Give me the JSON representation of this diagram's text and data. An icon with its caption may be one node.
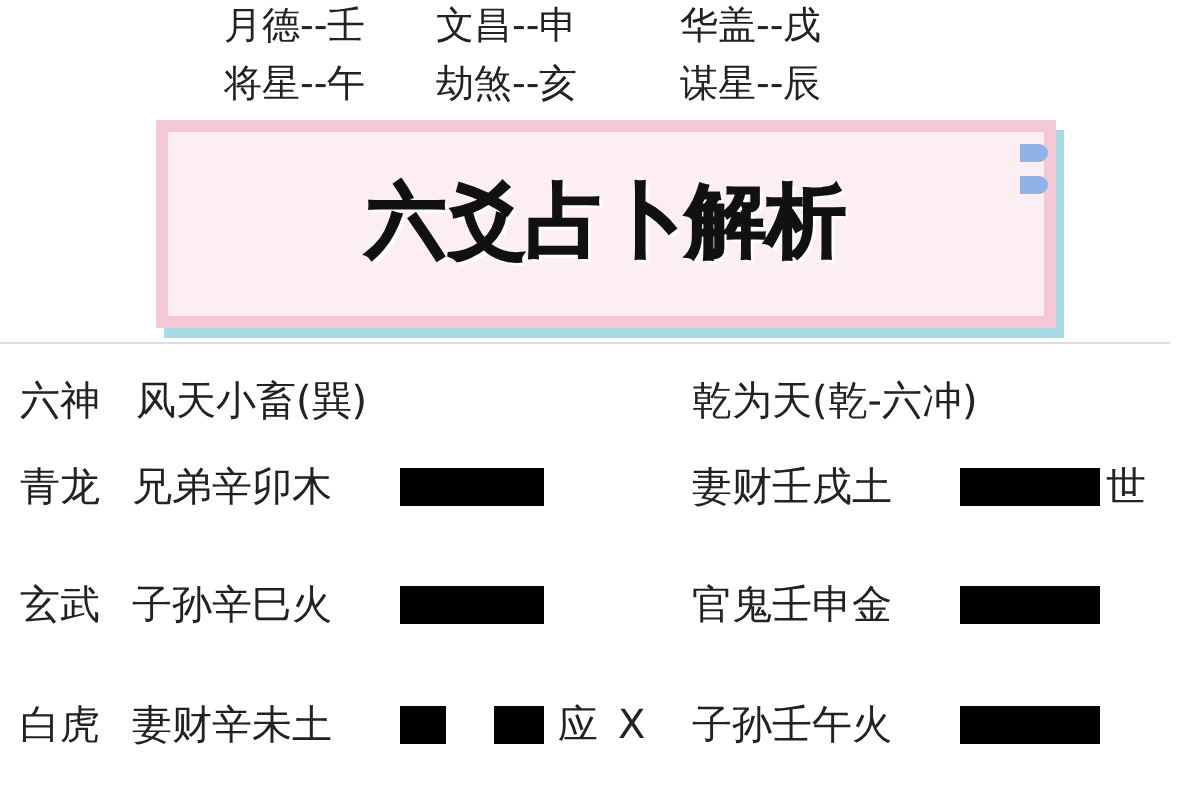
{
  "diagram": {
    "title": "六爻占卜解析",
    "labels": [
      "月德--壬",
      "文昌--申",
      "华盖--戌",
      "将星--午",
      "劫煞--亥",
      "谋星--辰",
      "六神",
      "风天小畜(巽)",
      "乾为天(乾-六冲)",
      "青龙",
      "兄弟辛卯木",
      "妻财壬戌土",
      "世",
      "玄武",
      "子孙辛巳火",
      "官鬼壬申金",
      "白虎",
      "妻财辛未土",
      "应",
      "X",
      "子孙壬午火"
    ]
  }
}
